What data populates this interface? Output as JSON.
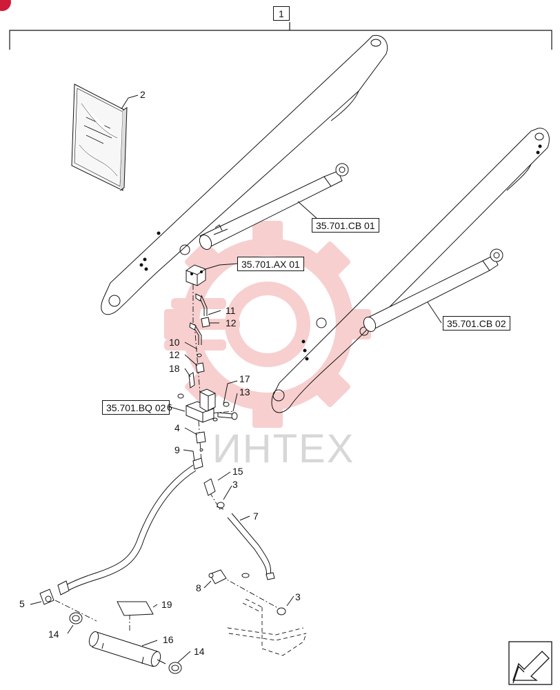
{
  "colors": {
    "line": "#111111",
    "watermark_red": "#f2a8a8",
    "watermark_text": "#9a9a9a",
    "corner_badge": "#d01a3a"
  },
  "watermark": {
    "text": "ИНТЕХ"
  },
  "assembly_label": "1",
  "callouts": [
    {
      "id": "c2",
      "text": "2"
    },
    {
      "id": "c11",
      "text": "11"
    },
    {
      "id": "c12a",
      "text": "12"
    },
    {
      "id": "c10",
      "text": "10"
    },
    {
      "id": "c12b",
      "text": "12"
    },
    {
      "id": "c18",
      "text": "18"
    },
    {
      "id": "c17",
      "text": "17"
    },
    {
      "id": "c13",
      "text": "13"
    },
    {
      "id": "c6",
      "text": "6"
    },
    {
      "id": "c4",
      "text": "4"
    },
    {
      "id": "c9",
      "text": "9"
    },
    {
      "id": "c15",
      "text": "15"
    },
    {
      "id": "c3a",
      "text": "3"
    },
    {
      "id": "c7",
      "text": "7"
    },
    {
      "id": "c8",
      "text": "8"
    },
    {
      "id": "c3b",
      "text": "3"
    },
    {
      "id": "c5",
      "text": "5"
    },
    {
      "id": "c19",
      "text": "19"
    },
    {
      "id": "c14a",
      "text": "14"
    },
    {
      "id": "c16",
      "text": "16"
    },
    {
      "id": "c14b",
      "text": "14"
    }
  ],
  "references": [
    {
      "id": "r1",
      "text": "35.701.CB 01"
    },
    {
      "id": "r2",
      "text": "35.701.AX 01"
    },
    {
      "id": "r3",
      "text": "35.701.CB 02"
    },
    {
      "id": "r4",
      "text": "35.701.BQ 02"
    }
  ],
  "icons": [
    "bracket",
    "manual-book-icon",
    "loader-arm",
    "hydraulic-cylinder",
    "hose",
    "clamp",
    "next-page-arrow-icon"
  ]
}
